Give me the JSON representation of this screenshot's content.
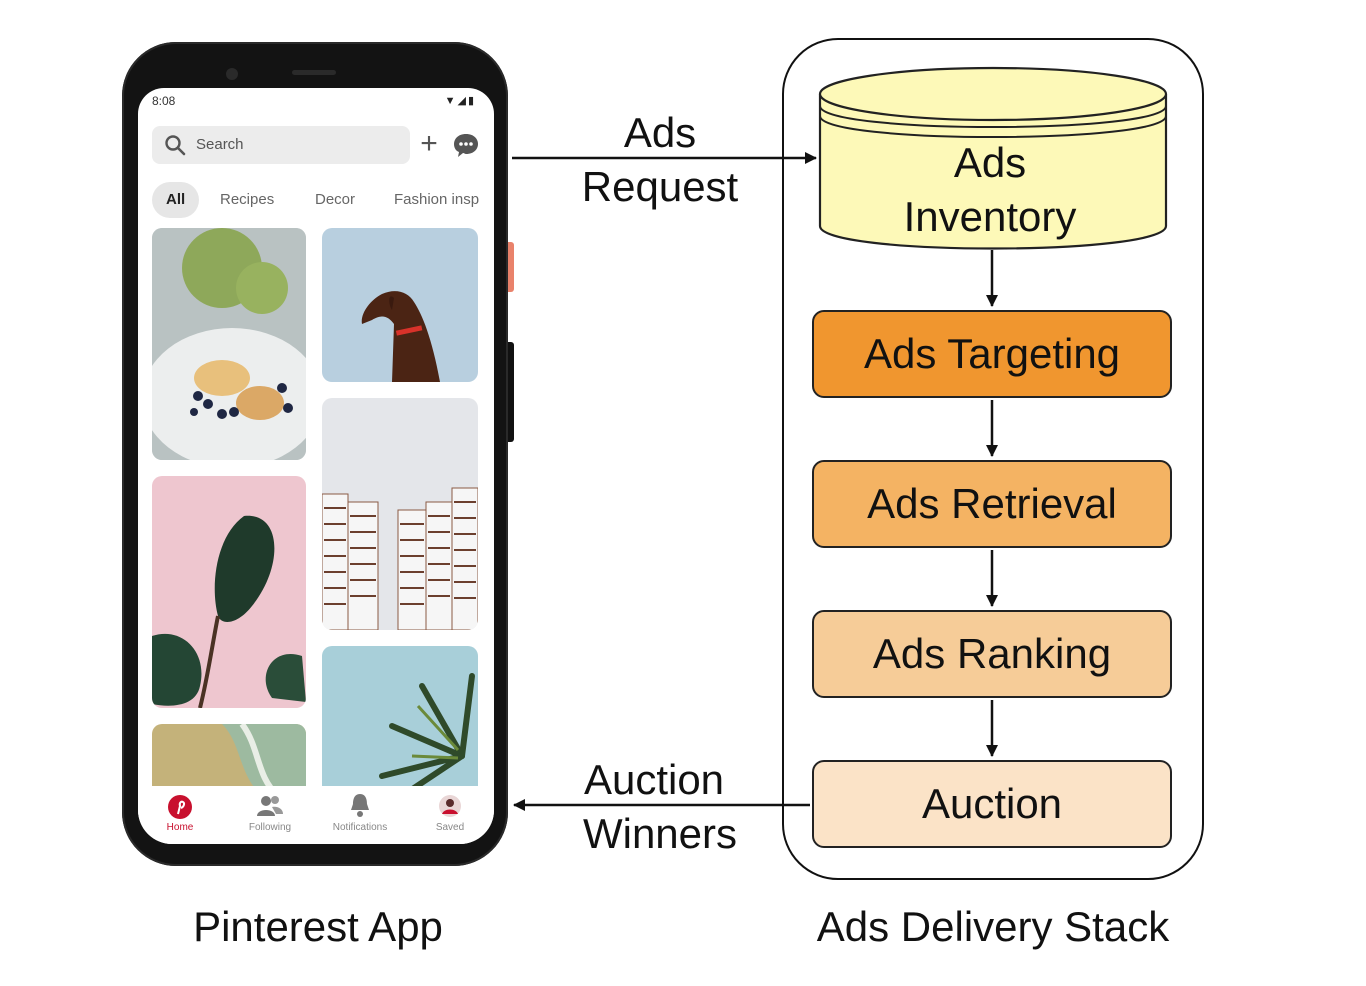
{
  "app": {
    "status_time": "8:08",
    "search_placeholder": "Search",
    "chips": [
      "All",
      "Recipes",
      "Decor",
      "Fashion insp"
    ],
    "nav": [
      "Home",
      "Following",
      "Notifications",
      "Saved"
    ]
  },
  "diagram": {
    "phone_caption": "Pinterest App",
    "stack_caption": "Ads Delivery Stack",
    "request_label": [
      "Ads",
      "Request"
    ],
    "winners_label": [
      "Auction",
      "Winners"
    ],
    "inventory_label": [
      "Ads",
      "Inventory"
    ],
    "stages": [
      "Ads Targeting",
      "Ads Retrieval",
      "Ads Ranking",
      "Auction"
    ],
    "colors": {
      "inventory": "#fdf9b8",
      "targeting": "#f0962f",
      "retrieval": "#f4b363",
      "ranking": "#f6cc98",
      "auction": "#fbe3c7"
    }
  }
}
